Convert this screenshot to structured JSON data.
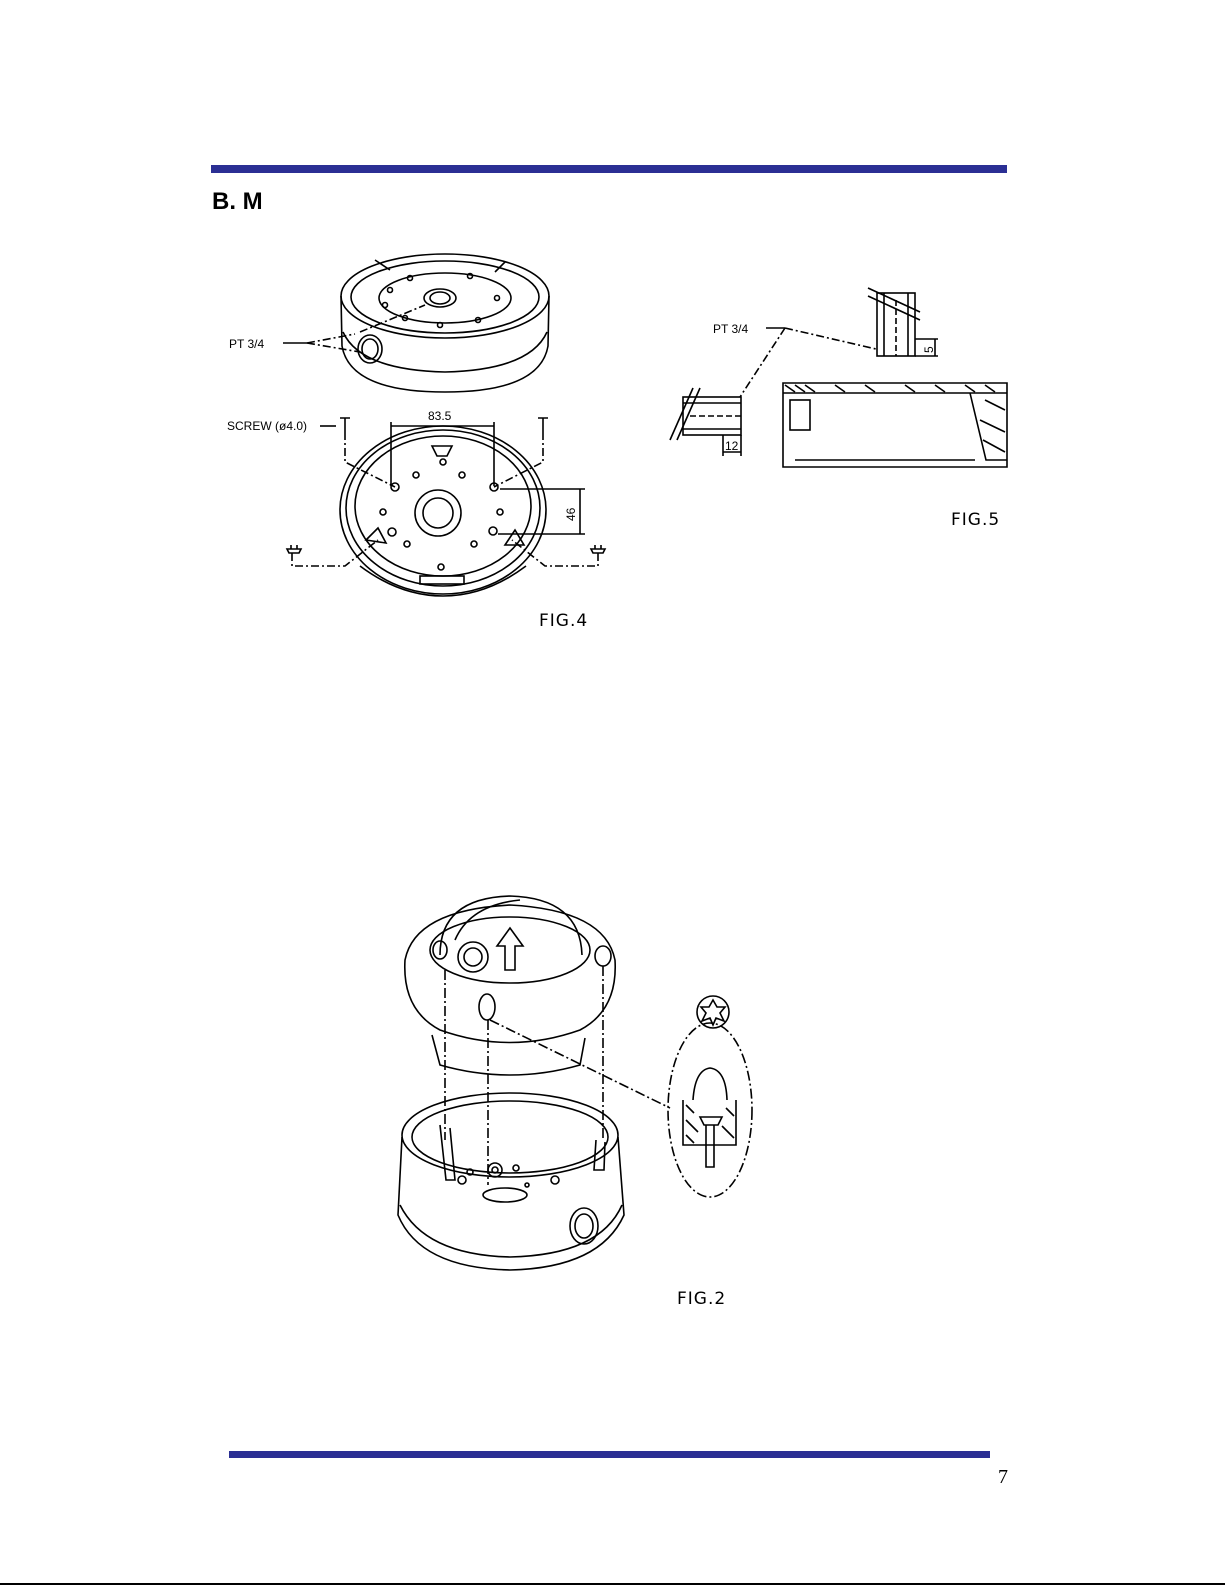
{
  "page": {
    "heading": "B. M",
    "page_number": "7"
  },
  "fig4": {
    "caption": "FIG.4",
    "conduit_label": "PT 3/4",
    "screw_label": "SCREW (ø4.0)",
    "dim_width": "83.5",
    "dim_height": "46"
  },
  "fig5": {
    "caption": "FIG.5",
    "conduit_label": "PT 3/4",
    "dim_small": "5",
    "dim_pipe": "12"
  },
  "fig2": {
    "caption": "FIG.2"
  },
  "colors": {
    "rule": "#2b2f94",
    "line": "#000000"
  }
}
